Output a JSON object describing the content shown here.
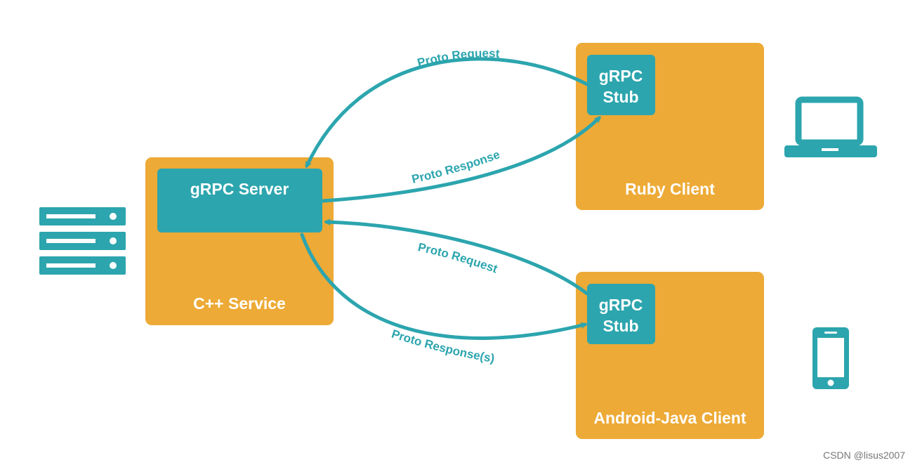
{
  "colors": {
    "container": "#EDAA36",
    "component": "#2CA5AE",
    "arrow": "#2CA5AE",
    "text_on_box": "#FFFFFF",
    "watermark": "#777777"
  },
  "nodes": {
    "cpp_service": {
      "label": "C++ Service",
      "icon": "server-rack-icon"
    },
    "grpc_server": {
      "label": "gRPC Server"
    },
    "ruby_client": {
      "label": "Ruby Client",
      "icon": "laptop-icon"
    },
    "ruby_stub": {
      "line1": "gRPC",
      "line2": "Stub"
    },
    "android_client": {
      "label": "Android-Java Client",
      "icon": "phone-icon"
    },
    "android_stub": {
      "line1": "gRPC",
      "line2": "Stub"
    }
  },
  "edges": {
    "ruby_request": {
      "label": "Proto Request"
    },
    "ruby_response": {
      "label": "Proto Response"
    },
    "android_request": {
      "label": "Proto Request"
    },
    "android_response": {
      "label": "Proto Response(s)"
    }
  },
  "watermark": "CSDN @lisus2007"
}
